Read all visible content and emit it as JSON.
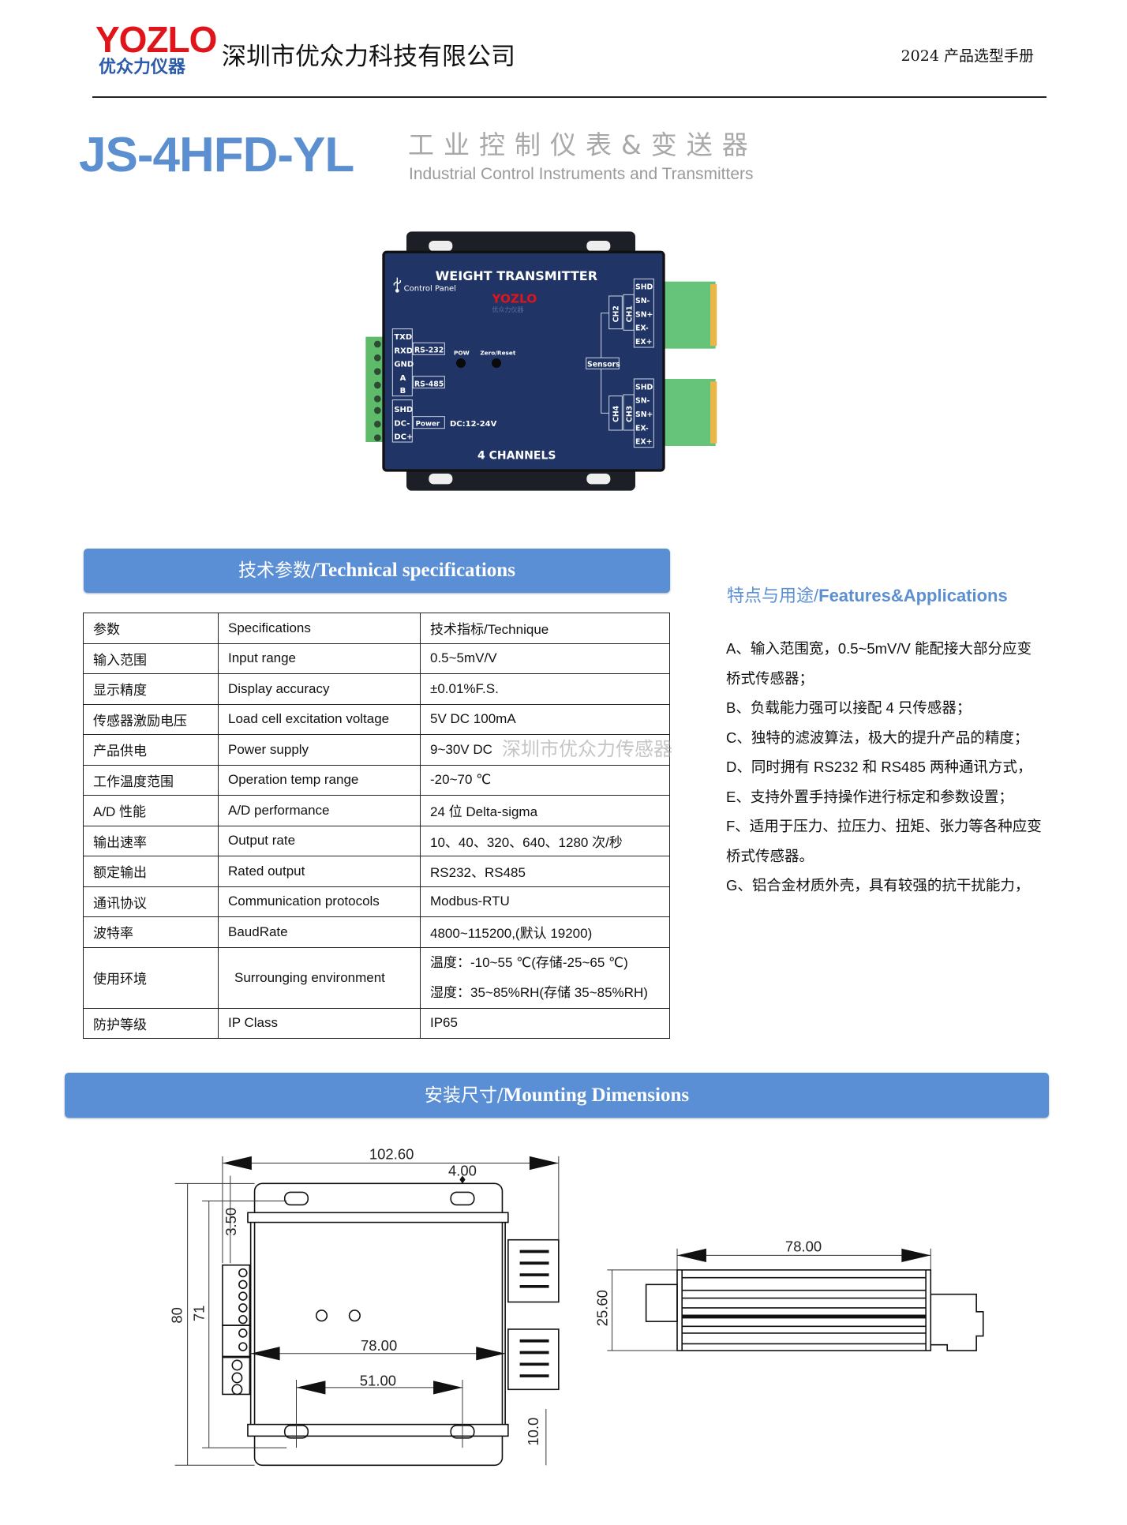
{
  "header": {
    "logo_text": "YOZLO",
    "logo_subtext": "优众力仪器",
    "company": "深圳市优众力科技有限公司",
    "catalog": "2024 产品选型手册"
  },
  "title": {
    "model": "JS-4HFD-YL",
    "category_cn": "工业控制仪表&变送器",
    "category_en": "Industrial Control Instruments and Transmitters"
  },
  "product": {
    "title": "WEIGHT TRANSMITTER",
    "control_panel": "Control Panel",
    "logo": "YOZLO",
    "logo_sub": "优众力仪器",
    "left_pins": [
      "TXD",
      "RXD",
      "GND",
      "A",
      "B",
      "SHD",
      "DC-",
      "DC+"
    ],
    "rs232": "RS-232",
    "rs485": "RS-485",
    "power": "Power",
    "pow": "POW",
    "zero_reset": "Zero/Reset",
    "dc": "DC:12-24V",
    "sensors": "Sensors",
    "channels_top": [
      "CH2",
      "CH1"
    ],
    "channels_bottom": [
      "CH4",
      "CH3"
    ],
    "sensor_pins": [
      "SHD",
      "SN-",
      "SN+",
      "EX-",
      "EX+"
    ],
    "footer": "4 CHANNELS"
  },
  "specs": {
    "heading_cn": "技术参数/",
    "heading_en": "Technical specifications",
    "rows": [
      {
        "cn": "参数",
        "en": "Specifications",
        "value": "技术指标/Technique"
      },
      {
        "cn": "输入范围",
        "en": "Input range",
        "value": "0.5~5mV/V"
      },
      {
        "cn": "显示精度",
        "en": "Display accuracy",
        "value": "±0.01%F.S."
      },
      {
        "cn": "传感器激励电压",
        "en": "Load cell excitation voltage",
        "value": "5V DC 100mA"
      },
      {
        "cn": "产品供电",
        "en": "Power supply",
        "value": "9~30V DC"
      },
      {
        "cn": "工作温度范围",
        "en": "Operation temp range",
        "value": "-20~70 ℃"
      },
      {
        "cn": "A/D  性能",
        "en": "A/D performance",
        "value": "24 位  Delta-sigma"
      },
      {
        "cn": "输出速率",
        "en": "Output rate",
        "value": "10、40、320、640、1280 次/秒"
      },
      {
        "cn": "额定输出",
        "en": "Rated output",
        "value": "RS232、RS485"
      },
      {
        "cn": "通讯协议",
        "en": "Communication protocols",
        "value": "Modbus-RTU"
      },
      {
        "cn": "波特率",
        "en": "BaudRate",
        "value": "4800~115200,(默认 19200)"
      },
      {
        "cn": "使用环境",
        "en": "Surrounging environment",
        "value": "温度：-10~55 ℃(存储-25~65 ℃)",
        "value2": "湿度：35~85%RH(存储 35~85%RH)"
      },
      {
        "cn": "防护等级",
        "en": "IP Class",
        "value": "IP65"
      }
    ],
    "watermark": "深圳市优众力传感器"
  },
  "features": {
    "heading_cn": "特点与用途/",
    "heading_en": "Features&Applications",
    "items": [
      "A、输入范围宽，0.5~5mV/V 能配接大部分应变桥式传感器；",
      "B、负载能力强可以接配 4 只传感器；",
      "C、独特的滤波算法，极大的提升产品的精度；",
      "D、同时拥有 RS232 和 RS485 两种通讯方式，",
      "E、支持外置手持操作进行标定和参数设置；",
      "F、适用于压力、拉压力、扭矩、张力等各种应变桥式传感器。",
      "G、铝合金材质外壳，具有较强的抗干扰能力，"
    ]
  },
  "mounting": {
    "heading_cn": "安装尺寸/",
    "heading_en": "Mounting Dimensions",
    "dims": {
      "overall_width": "102.60",
      "slot": "4.00",
      "ear": "3.50",
      "height_80": "80",
      "height_71": "71",
      "body_width": "78.00",
      "hole_spacing": "51.00",
      "bottom": "10.0",
      "side_width": "78.00",
      "side_height": "25.60"
    }
  }
}
